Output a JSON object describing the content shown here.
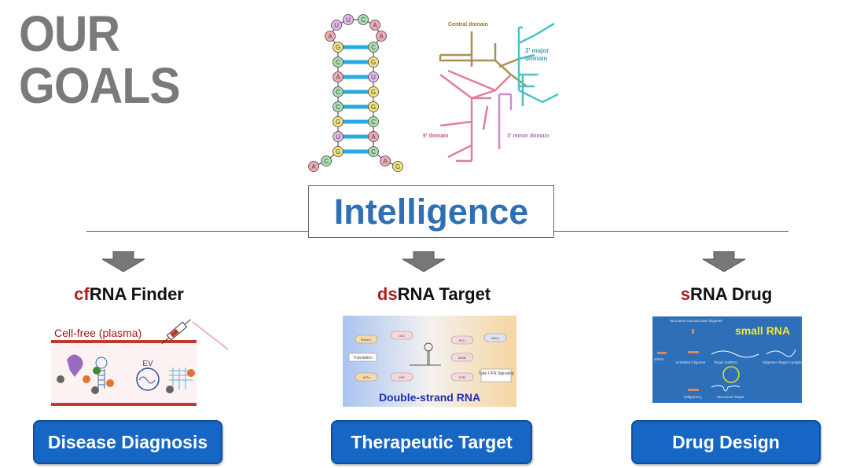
{
  "title_line1": "OUR",
  "title_line2": "GOALS",
  "center_label": "Intelligence",
  "hairpin": {
    "left_tail": [
      "A",
      "C"
    ],
    "left_stem": [
      "G",
      "U",
      "G",
      "C",
      "C",
      "A",
      "C",
      "G"
    ],
    "loop": [
      "A",
      "U",
      "U",
      "C",
      "A",
      "A"
    ],
    "right_stem": [
      "C",
      "G",
      "U",
      "G",
      "G",
      "C",
      "A",
      "C"
    ],
    "right_tail": [
      "A",
      "G"
    ]
  },
  "rrna": {
    "central": "Central domain",
    "major": "3' major domain",
    "minor": "3' minor domain",
    "five": "5' domain"
  },
  "goals": [
    {
      "heading_hl": "cf",
      "heading_rest": "RNA Finder",
      "button": "Disease Diagnosis",
      "image": {
        "caption": "Cell-free (plasma)",
        "ev": "EV"
      }
    },
    {
      "heading_hl": "ds",
      "heading_rest": "RNA Target",
      "button": "Therapeutic Target",
      "image": {
        "caption": "Double-strand RNA",
        "nodes": [
          "RNAse L",
          "OAS",
          "Translation",
          "eIF2α",
          "PKR",
          "RIG-I",
          "MAVS",
          "MDA5",
          "TLR3",
          "Type I IFN Signaling"
        ]
      }
    },
    {
      "heading_hl": "s",
      "heading_rest": "RNA Drug",
      "button": "Drug Design",
      "image": {
        "caption": "small RNA",
        "labels": [
          "Structured unimolecular Oligomer",
          "siRNA",
          "Unfolded Oligomer",
          "Target (mRNA)",
          "Oligomer-Target Complex",
          "(Oligomer)₂",
          "Structured Target"
        ]
      }
    }
  ]
}
